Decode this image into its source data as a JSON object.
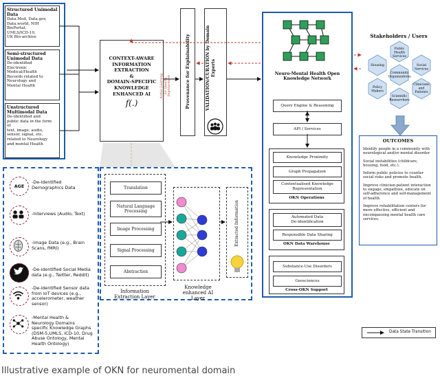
{
  "sources": {
    "structured": {
      "title": "Structured Unimodal\nData",
      "body": "Data.Med, Data.gov,\nData.world, NIH\nBioPortal,\nUMLS/ICD-10,\nUK Bio-archive"
    },
    "semi": {
      "title": "Semi-structured\nUnimodal Data",
      "body": "De-identified\nElectronic\nMedical/Health\nRecords related to\nNeurology and\nMental Health"
    },
    "unstructured": {
      "title": "Unstructured\nMultimodal Data",
      "body": "De-identified and\npublic data in the form\nof\ntext, image, audio,\nsensor, signal, etc.\nrelated to Neurology\nand mental Health"
    }
  },
  "extraction": {
    "title": "CONTEXT-AWARE\nINFORMATION\nEXTRACTION\n&\nDOMAIN-SPECIFIC\nKNOWLEDGE\nENHANCED AI",
    "function": "f(.)",
    "side_note": "Active Learning\nfor Quality\nImprovement"
  },
  "provenance": "Provenance for Explainability",
  "validation": "VALIDATION/CURATION by Domain\nExperts",
  "okn": {
    "title": "Neuro-Mental Health Open\nKnowledge Network",
    "query_engine": "Query Engine & Reasoning",
    "api": "API / Services",
    "operations": {
      "items": [
        "Knowledge Proximity",
        "Graph Propagation",
        "Contextualised Knowledge\nRepresentation"
      ],
      "label": "OKN Operations"
    },
    "warehouse": {
      "items": [
        "Automated Data\nDe-identification",
        "Responsible Data Sharing"
      ],
      "label": "OKN Data Warehouse"
    },
    "support": {
      "items": [
        "Substance-Use Disorders",
        "Geosciences"
      ],
      "label": "Cross-OKN Support"
    }
  },
  "stakeholders": {
    "title": "Stakeholders / Users",
    "hexes": [
      "Public\nHealth\nServices",
      "Housing",
      "Community\nOrganizations",
      "Social\nServices",
      "Policy\nMakers",
      "Clinicians\nand\nPatients",
      "Scientific\nResearchers"
    ]
  },
  "outcomes": {
    "title": "OUTCOMES",
    "items": [
      "Identify people in a community with\nneurological and/or mental disorder",
      "Social instabilities (childcare,\nhousing, food, etc.).",
      "Inform public policies to counter\nsocial risks and promote health.",
      "Improve clinician-patient interaction\nto engage, empathize, educate on\nself-adherence and self-management\nof health.",
      "Improve rehabilitation centers for\nmore effective, efficient and\nencompassing mental health care\nservices."
    ]
  },
  "data_types": [
    {
      "icon": "age-icon",
      "icon_text": "AGE",
      "label": "-De-identified\nDemographics Data"
    },
    {
      "icon": "interview-icon",
      "icon_text": "",
      "label": "-Interviews (Audio, Text)"
    },
    {
      "icon": "brain-scan-icon",
      "icon_text": "",
      "label": "-Image Data (e.g., Brain\nScans, fMRI)"
    },
    {
      "icon": "social-media-icon",
      "icon_text": "",
      "label": "-De-identified Social Media\ndata (e.g., Twitter, Reddit)"
    },
    {
      "icon": "sensor-icon",
      "icon_text": "",
      "label": "-De-identified Sensor data\nfrom IoT devices (e.g.,\naccelerometer, weather\nsensor)"
    },
    {
      "icon": "knowledge-graph-icon",
      "icon_text": "",
      "label": "-Mental Health &\nNeurology Domains\nspecific Knowledge Graphs\n(DSM-5,UMLS, ICD-10, Drug\nAbuse Ontology, Mental\nHealth Ontology)"
    }
  ],
  "info_extraction": {
    "items": [
      "Translation",
      "Natural Language\nProcessing",
      "Image Processing",
      "Signal Processing",
      "Abstraction"
    ],
    "label": "Information\nExtraction Layer"
  },
  "knowledge_layer": {
    "label": "Knowledge\nenhanced AI\nLayer"
  },
  "extracted_info": "Extracted Information",
  "legend": {
    "label": "Data State Transition"
  },
  "caption": "Illustrative example of OKN for neuromental domain",
  "colors": {
    "blue_border": "#1e5aa8",
    "dashed_red": "#c0392b",
    "hex_fill": "#cfe0f3",
    "node_pink": "#f28bd1",
    "node_teal": "#1aa79b",
    "node_blue": "#2f3bd6",
    "okn_green": "#2e9f5a"
  }
}
